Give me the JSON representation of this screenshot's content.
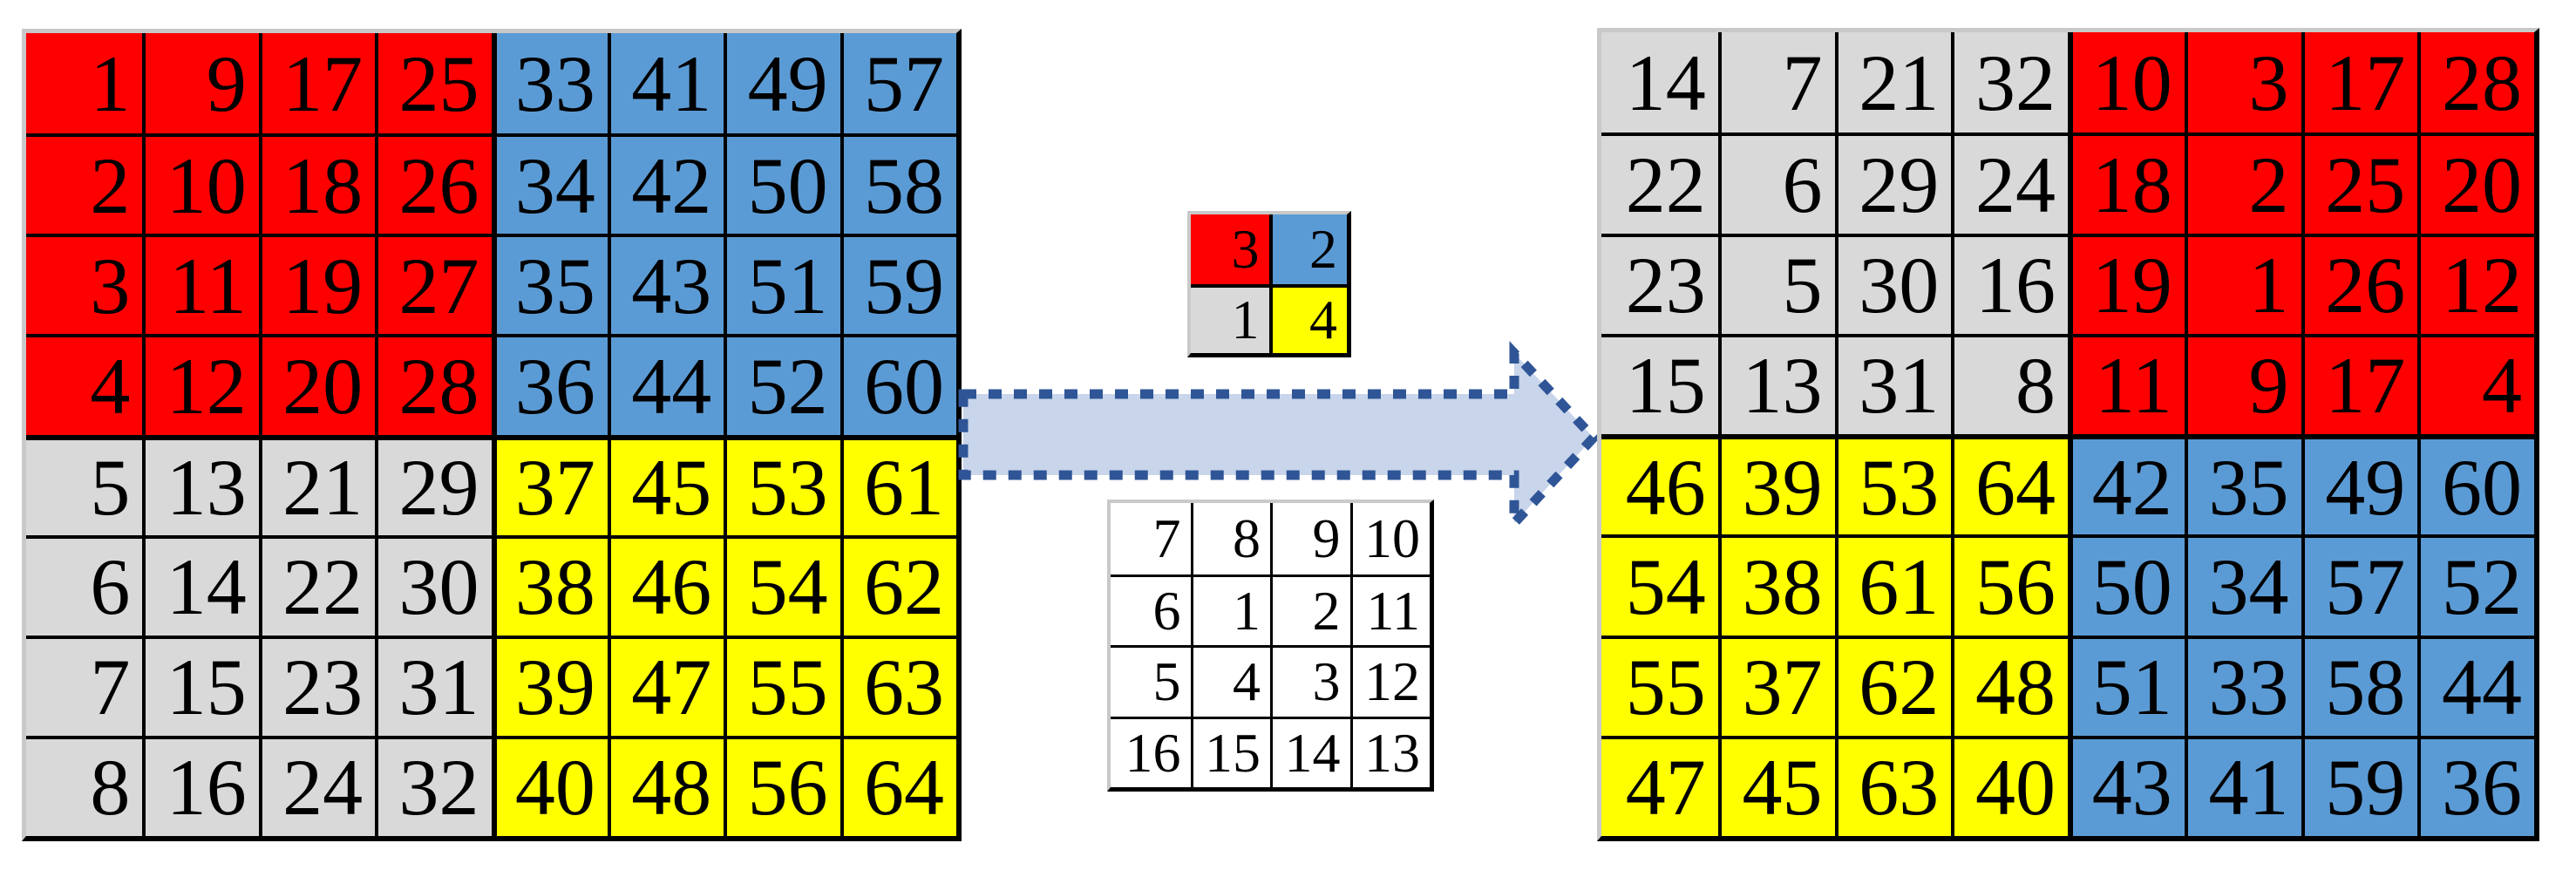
{
  "palette": {
    "red": "#FF0000",
    "blue": "#5B9BD5",
    "gray": "#D9D9D9",
    "yellow": "#FFFF00",
    "white": "#FFFFFF",
    "arrow_fill": "#C8D5EA",
    "arrow_stroke": "#2F5597"
  },
  "left_grid": {
    "quadrant_colors": [
      "red",
      "blue",
      "gray",
      "yellow"
    ],
    "rows": [
      [
        1,
        9,
        17,
        25,
        33,
        41,
        49,
        57
      ],
      [
        2,
        10,
        18,
        26,
        34,
        42,
        50,
        58
      ],
      [
        3,
        11,
        19,
        27,
        35,
        43,
        51,
        59
      ],
      [
        4,
        12,
        20,
        28,
        36,
        44,
        52,
        60
      ],
      [
        5,
        13,
        21,
        29,
        37,
        45,
        53,
        61
      ],
      [
        6,
        14,
        22,
        30,
        38,
        46,
        54,
        62
      ],
      [
        7,
        15,
        23,
        31,
        39,
        47,
        55,
        63
      ],
      [
        8,
        16,
        24,
        32,
        40,
        48,
        56,
        64
      ]
    ]
  },
  "key_grid": {
    "rows": [
      [
        3,
        2
      ],
      [
        1,
        4
      ]
    ],
    "cell_colors": [
      [
        "red",
        "blue"
      ],
      [
        "gray",
        "yellow"
      ]
    ]
  },
  "index_grid": {
    "rows": [
      [
        7,
        8,
        9,
        10
      ],
      [
        6,
        1,
        2,
        11
      ],
      [
        5,
        4,
        3,
        12
      ],
      [
        16,
        15,
        14,
        13
      ]
    ]
  },
  "right_grid": {
    "quadrant_colors": [
      "gray",
      "red",
      "yellow",
      "blue"
    ],
    "rows": [
      [
        14,
        7,
        21,
        32,
        10,
        3,
        17,
        28
      ],
      [
        22,
        6,
        29,
        24,
        18,
        2,
        25,
        20
      ],
      [
        23,
        5,
        30,
        16,
        19,
        1,
        26,
        12
      ],
      [
        15,
        13,
        31,
        8,
        11,
        9,
        17,
        4
      ],
      [
        46,
        39,
        53,
        64,
        42,
        35,
        49,
        60
      ],
      [
        54,
        38,
        61,
        56,
        50,
        34,
        57,
        52
      ],
      [
        55,
        37,
        62,
        48,
        51,
        33,
        58,
        44
      ],
      [
        47,
        45,
        63,
        40,
        43,
        41,
        59,
        36
      ]
    ]
  }
}
